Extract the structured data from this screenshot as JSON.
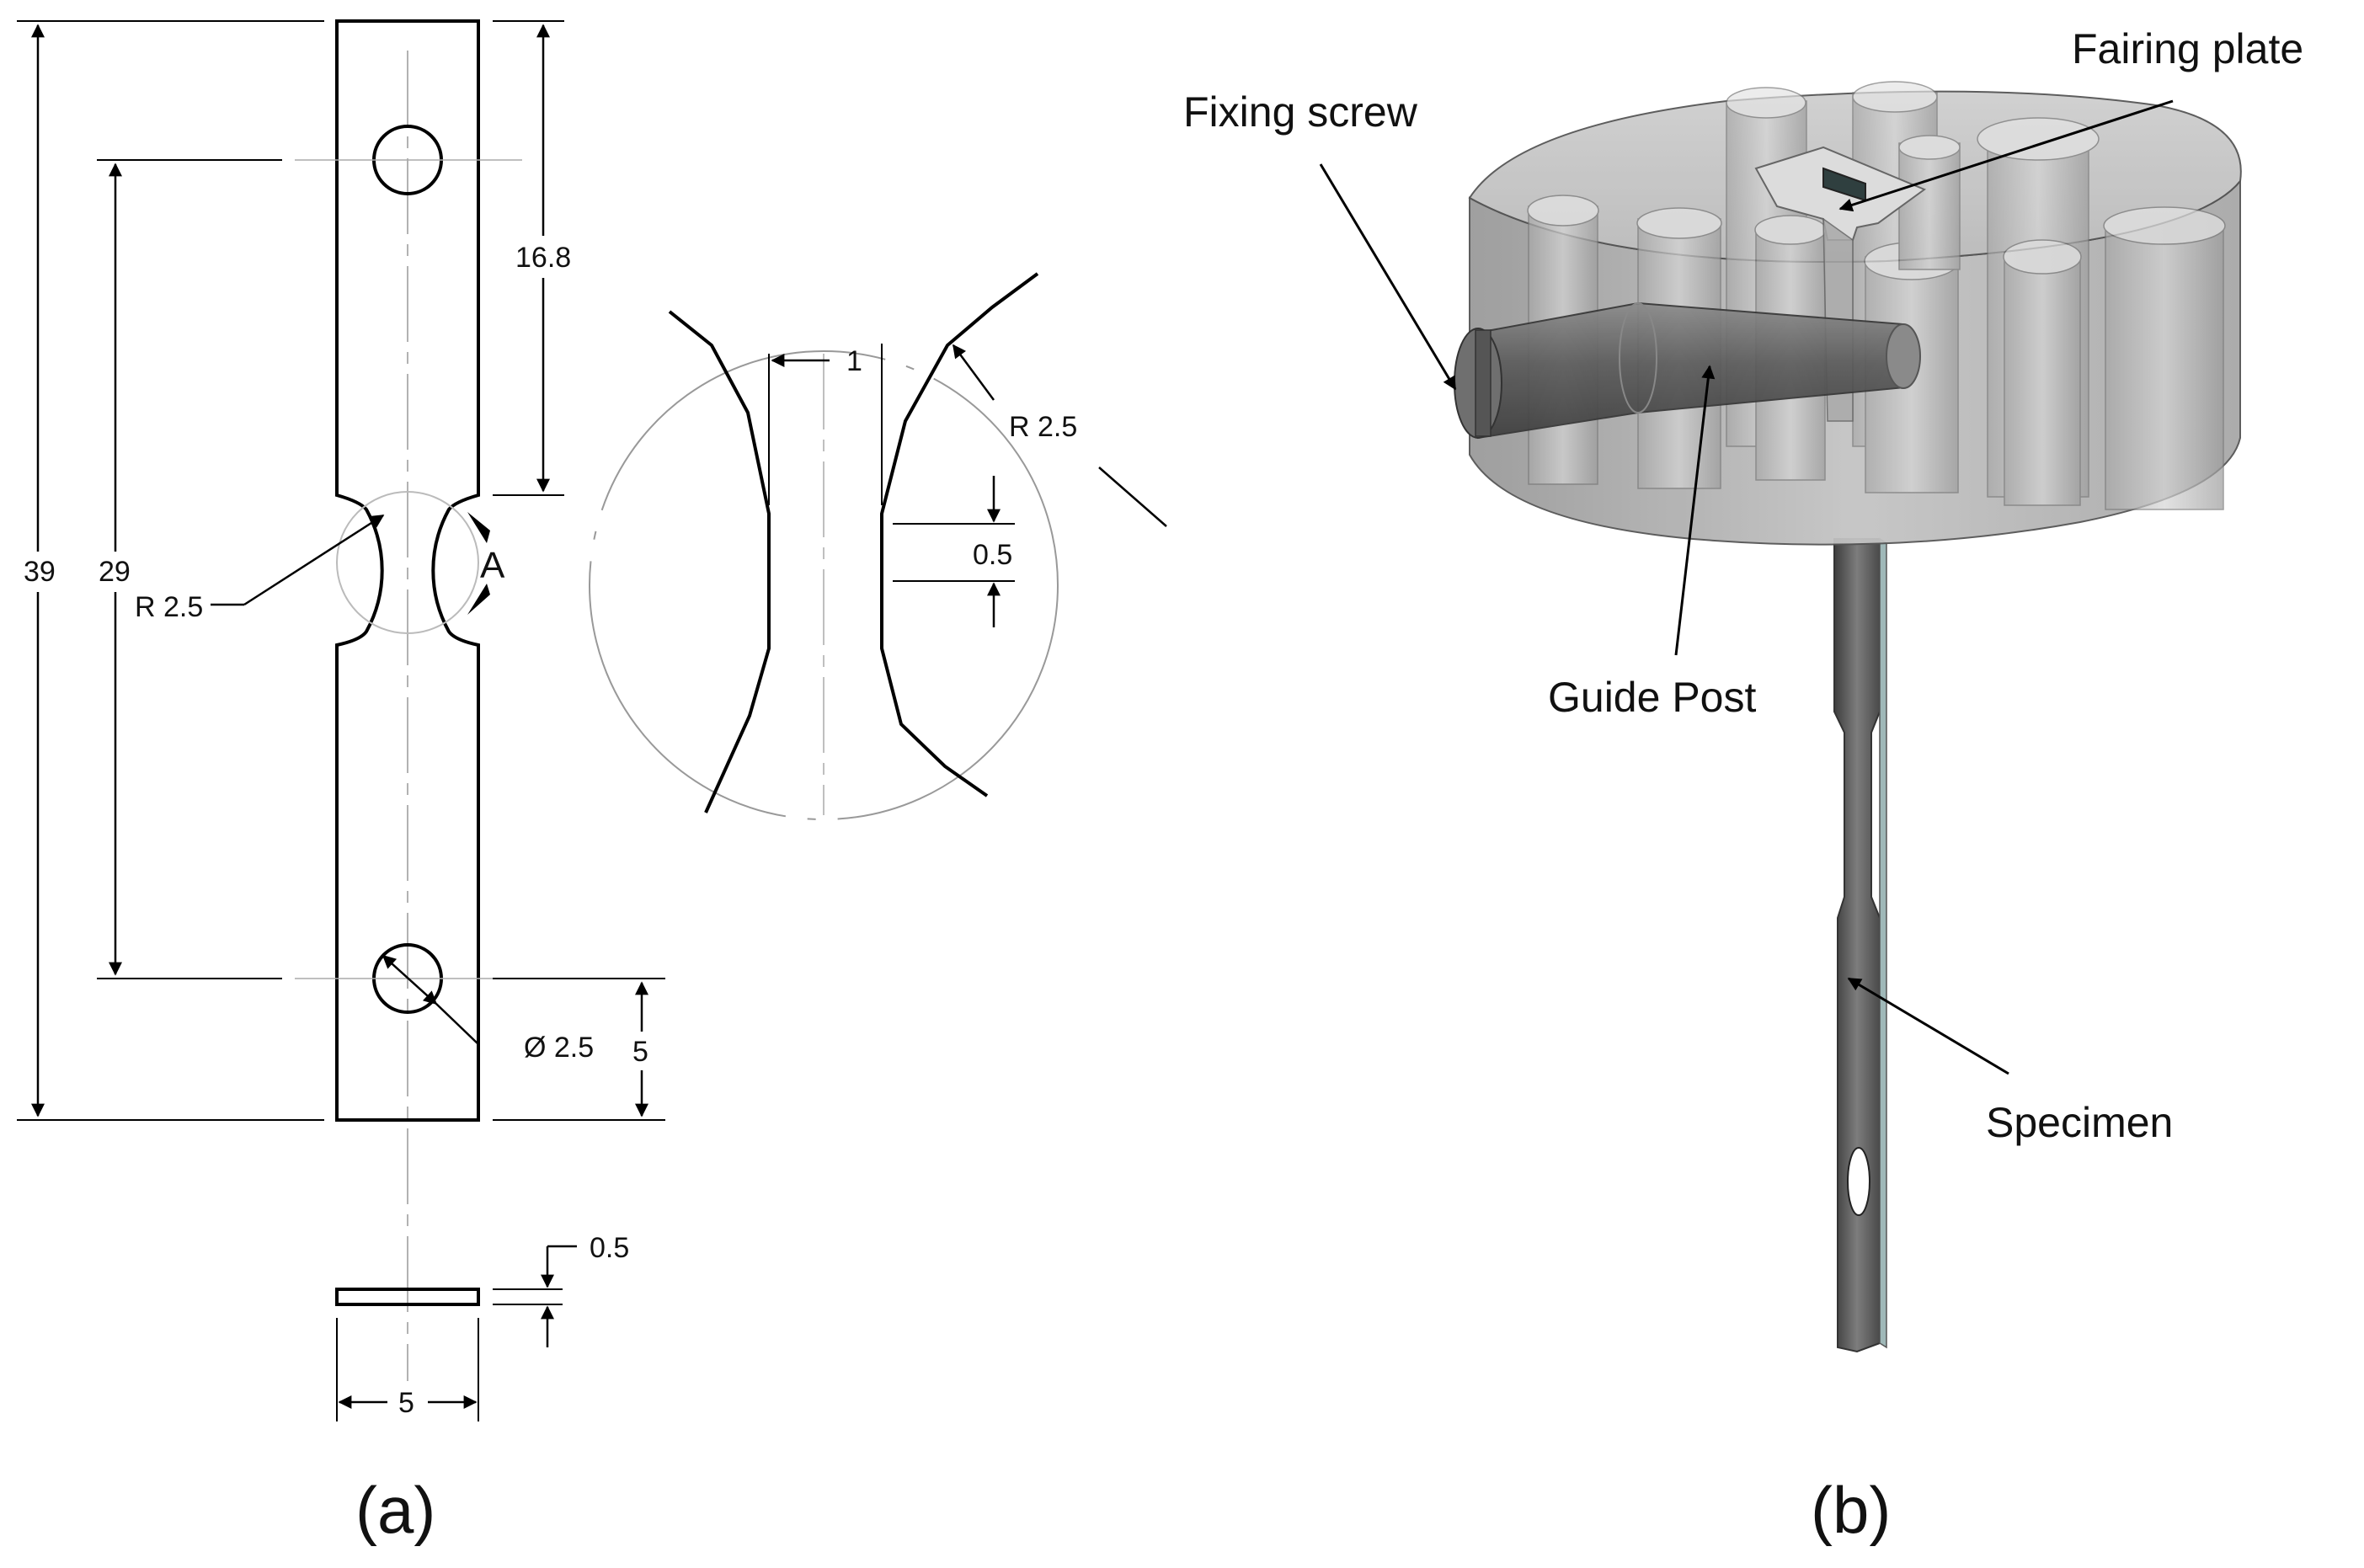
{
  "panel_a": {
    "caption": "(a)",
    "dimensions": {
      "total_length": "39",
      "hole_span": "29",
      "top_to_notch": "16.8",
      "notch_radius": "R 2.5",
      "hole_diameter": "Ø 2.5",
      "hole_to_bottom": "5",
      "thickness": "0.5",
      "width": "5"
    },
    "detail_marker": "A",
    "detail_view": {
      "gap": "1",
      "radius": "R 2.5",
      "neck": "0.5"
    }
  },
  "panel_b": {
    "caption": "(b)",
    "callouts": {
      "fairing_plate": "Fairing plate",
      "fixing_screw": "Fixing screw",
      "guide_post": "Guide Post",
      "specimen": "Specimen"
    }
  }
}
